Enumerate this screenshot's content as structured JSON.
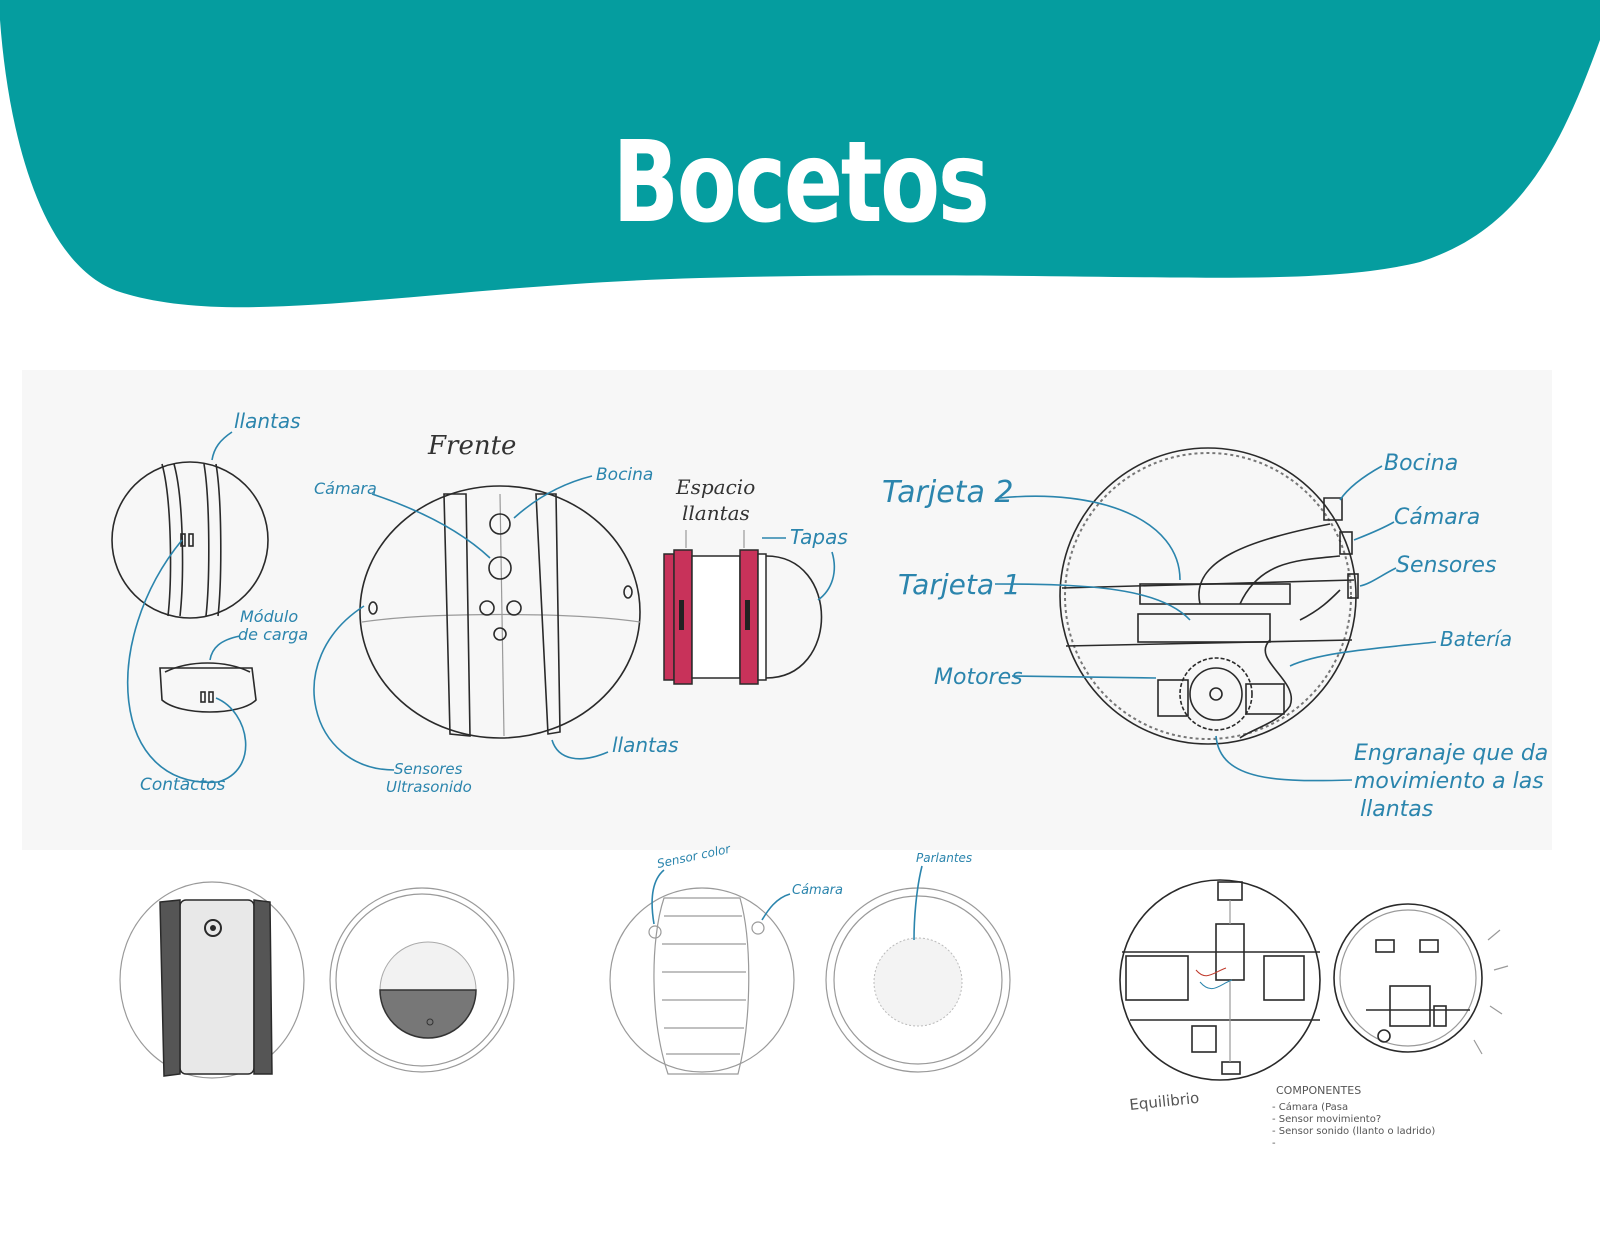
{
  "header": {
    "title": "Bocetos",
    "band_color": "#059d9f"
  },
  "sketch1": {
    "llantas_top": "llantas",
    "modulo_line1": "Módulo",
    "modulo_line2": "de carga",
    "contactos": "Contactos"
  },
  "sketch2": {
    "frente": "Frente",
    "camara": "Cámara",
    "bocina": "Bocina",
    "llantas": "llantas",
    "sensores_line1": "Sensores",
    "sensores_line2": "Ultrasonido"
  },
  "sketch3": {
    "espacio_line1": "Espacio",
    "espacio_line2": "llantas",
    "tapas": "Tapas",
    "accent_color": "#c8325a"
  },
  "sketch4": {
    "tarjeta2": "Tarjeta 2",
    "tarjeta1": "Tarjeta 1",
    "motores": "Motores",
    "bocina": "Bocina",
    "camara": "Cámara",
    "sensores": "Sensores",
    "bateria": "Batería",
    "engranaje_line1": "Engranaje que da",
    "engranaje_line2": "movimiento a las",
    "engranaje_line3": "llantas"
  },
  "bottom": {
    "sensor_color": "Sensor color",
    "camara": "Cámara",
    "parlantes": "Parlantes",
    "equilibrio": "Equilibrio",
    "componentes_title": "COMPONENTES",
    "componentes_1": "- Cámara (Pasa",
    "componentes_2": "- Sensor movimiento?",
    "componentes_3": "- Sensor sonido (llanto o ladrido)",
    "componentes_4": "-"
  }
}
